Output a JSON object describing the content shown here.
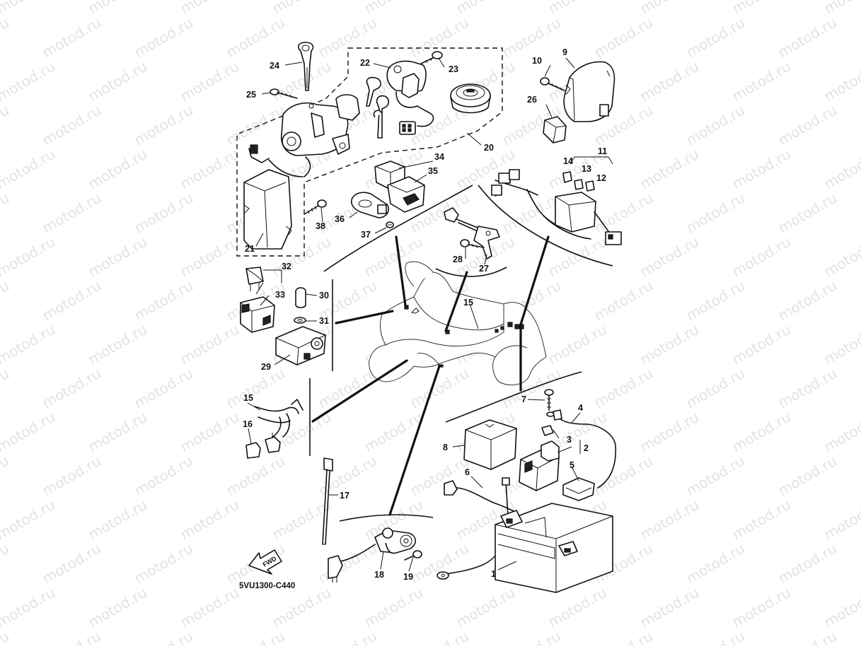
{
  "watermark": {
    "text": "motod.ru"
  },
  "diagram": {
    "code": "5VU1300-C440",
    "fwd_label": "FWD",
    "callouts": [
      {
        "id": "c1",
        "text": "1"
      },
      {
        "id": "c2",
        "text": "2"
      },
      {
        "id": "c3",
        "text": "3"
      },
      {
        "id": "c4",
        "text": "4"
      },
      {
        "id": "c5",
        "text": "5"
      },
      {
        "id": "c6",
        "text": "6"
      },
      {
        "id": "c7",
        "text": "7"
      },
      {
        "id": "c8",
        "text": "8"
      },
      {
        "id": "c9",
        "text": "9"
      },
      {
        "id": "c10",
        "text": "10"
      },
      {
        "id": "c11",
        "text": "11"
      },
      {
        "id": "c12",
        "text": "12"
      },
      {
        "id": "c13",
        "text": "13"
      },
      {
        "id": "c14",
        "text": "14"
      },
      {
        "id": "c15a",
        "text": "15"
      },
      {
        "id": "c15b",
        "text": "15"
      },
      {
        "id": "c16",
        "text": "16"
      },
      {
        "id": "c17",
        "text": "17"
      },
      {
        "id": "c18",
        "text": "18"
      },
      {
        "id": "c19",
        "text": "19"
      },
      {
        "id": "c20",
        "text": "20"
      },
      {
        "id": "c21",
        "text": "21"
      },
      {
        "id": "c22",
        "text": "22"
      },
      {
        "id": "c23",
        "text": "23"
      },
      {
        "id": "c24",
        "text": "24"
      },
      {
        "id": "c25",
        "text": "25"
      },
      {
        "id": "c26",
        "text": "26"
      },
      {
        "id": "c27",
        "text": "27"
      },
      {
        "id": "c28",
        "text": "28"
      },
      {
        "id": "c29",
        "text": "29"
      },
      {
        "id": "c30",
        "text": "30"
      },
      {
        "id": "c31",
        "text": "31"
      },
      {
        "id": "c32",
        "text": "32"
      },
      {
        "id": "c33",
        "text": "33"
      },
      {
        "id": "c34",
        "text": "34"
      },
      {
        "id": "c35",
        "text": "35"
      },
      {
        "id": "c36",
        "text": "36"
      },
      {
        "id": "c37",
        "text": "37"
      },
      {
        "id": "c38",
        "text": "38"
      }
    ]
  }
}
